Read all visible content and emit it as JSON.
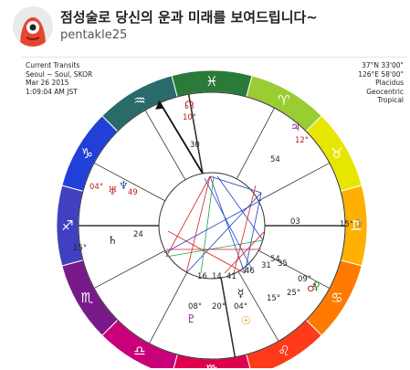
{
  "post": {
    "title": "점성술로 당신의 운과 미래를 보여드립니다~",
    "author": "pentakle25"
  },
  "chart_info": {
    "left": [
      "Current Transits",
      "Seoul ~ Soul, SKOR",
      "Mar 26 2015",
      "1:09:04 AM JST"
    ],
    "right": [
      "37°N 33'00\"",
      "126°E 58'00\"",
      "Placidus",
      "Geocentric",
      "Tropical"
    ]
  },
  "zodiac_colors": [
    "#9acd32",
    "#e6e600",
    "#ffb000",
    "#ff7a00",
    "#ff3a1a",
    "#e00050",
    "#c8007a",
    "#7a1a8a",
    "#4040c0",
    "#2040d8",
    "#2a6a6a",
    "#2a7a3a"
  ],
  "zodiac_glyphs": [
    "♈",
    "♉",
    "♊",
    "♋",
    "♌",
    "♍",
    "♎",
    "♏",
    "♐",
    "♑",
    "♒",
    "♓"
  ],
  "chart_texts": [
    {
      "text": "10°",
      "name": "degree-label"
    },
    {
      "text": "30",
      "name": "degree-label"
    },
    {
      "text": "12°",
      "name": "degree-label"
    },
    {
      "text": "54",
      "name": "degree-label"
    },
    {
      "text": "04°",
      "name": "degree-label"
    },
    {
      "text": "49",
      "name": "degree-label"
    },
    {
      "text": "15°",
      "name": "degree-label"
    },
    {
      "text": "24",
      "name": "degree-label"
    },
    {
      "text": "03",
      "name": "degree-label"
    },
    {
      "text": "15°",
      "name": "degree-label"
    },
    {
      "text": "16",
      "name": "degree-label"
    },
    {
      "text": "14",
      "name": "degree-label"
    },
    {
      "text": "41",
      "name": "degree-label"
    },
    {
      "text": "46",
      "name": "degree-label"
    },
    {
      "text": "31",
      "name": "degree-label"
    },
    {
      "text": "35",
      "name": "degree-label"
    },
    {
      "text": "54",
      "name": "degree-label"
    },
    {
      "text": "09°",
      "name": "degree-label"
    },
    {
      "text": "15°",
      "name": "degree-label"
    },
    {
      "text": "25°",
      "name": "degree-label"
    },
    {
      "text": "08°",
      "name": "degree-label"
    },
    {
      "text": "20°",
      "name": "degree-label"
    },
    {
      "text": "04°",
      "name": "degree-label"
    }
  ],
  "planet_glyphs": [
    {
      "text": "☊",
      "name": "node-glyph"
    },
    {
      "text": "♃",
      "name": "jupiter-glyph"
    },
    {
      "text": "♆",
      "name": "neptune-glyph"
    },
    {
      "text": "♅",
      "name": "uranus-glyph"
    },
    {
      "text": "♂",
      "name": "mars-glyph"
    },
    {
      "text": "♀",
      "name": "venus-glyph"
    },
    {
      "text": "☿",
      "name": "mercury-glyph"
    },
    {
      "text": "☉",
      "name": "sun-glyph"
    },
    {
      "text": "♇",
      "name": "pluto-glyph"
    },
    {
      "text": "♄",
      "name": "saturn-glyph"
    },
    {
      "text": "☽",
      "name": "moon-glyph"
    }
  ]
}
